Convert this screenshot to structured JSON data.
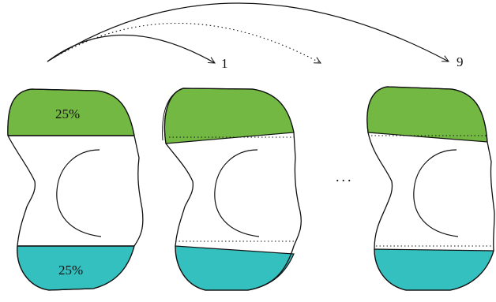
{
  "panels": [
    {
      "top_label": "25%",
      "bottom_label": "25%"
    },
    {
      "step_label": "1"
    },
    {
      "step_label": "9"
    }
  ],
  "ellipsis": "...",
  "colors": {
    "top_region": "#72b843",
    "bottom_region": "#35c0c0",
    "outline": "#111111"
  }
}
